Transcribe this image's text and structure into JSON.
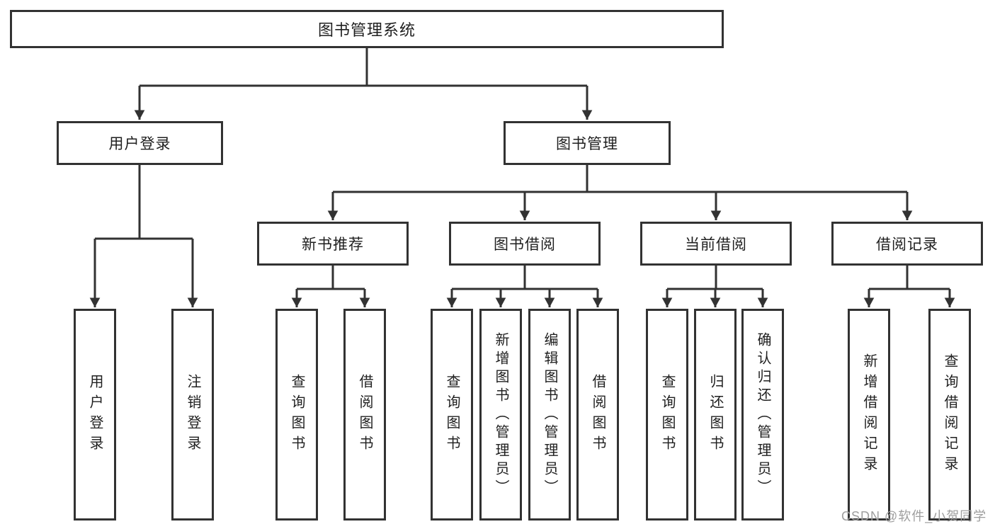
{
  "diagram": {
    "root_label": "图书管理系统",
    "level2": [
      {
        "label": "用户登录"
      },
      {
        "label": "图书管理"
      }
    ],
    "level3": [
      {
        "label": "新书推荐"
      },
      {
        "label": "图书借阅"
      },
      {
        "label": "当前借阅"
      },
      {
        "label": "借阅记录"
      }
    ],
    "leaves": {
      "login": [
        "用户登录",
        "注销登录"
      ],
      "recommend": [
        "查询图书",
        "借阅图书"
      ],
      "borrow": [
        "查询图书",
        "新增图书（管理员）",
        "编辑图书（管理员）",
        "借阅图书"
      ],
      "current": [
        "查询图书",
        "归还图书",
        "确认归还（管理员）"
      ],
      "records": [
        "新增借阅记录",
        "查询借阅记录"
      ]
    }
  },
  "watermark": "CSDN @软件_小贺同学",
  "colors": {
    "line": "#323232",
    "text": "#1f1f1f",
    "background": "#ffffff",
    "watermark": "#9e9e9e"
  }
}
